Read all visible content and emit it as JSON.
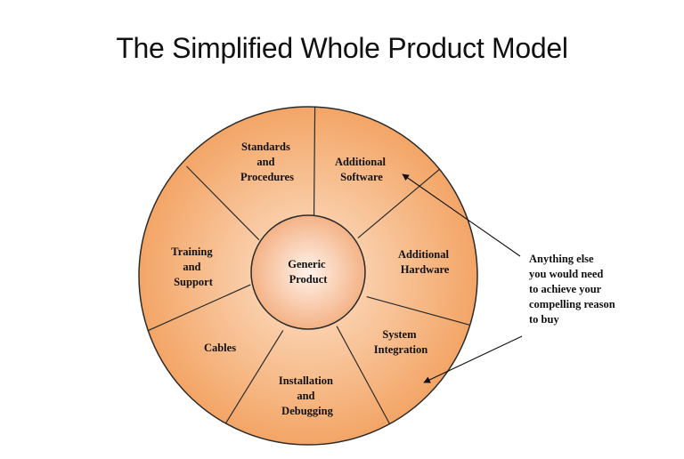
{
  "title": "The Simplified Whole Product Model",
  "center": {
    "lines": [
      "Generic",
      "Product"
    ]
  },
  "segments": [
    {
      "id": "standards",
      "lines": [
        "Standards",
        "and",
        "Procedures"
      ]
    },
    {
      "id": "additional-software",
      "lines": [
        "Additional",
        "Software"
      ]
    },
    {
      "id": "additional-hardware",
      "lines": [
        "Additional",
        "Hardware"
      ]
    },
    {
      "id": "system-integration",
      "lines": [
        "System",
        "Integration"
      ]
    },
    {
      "id": "installation",
      "lines": [
        "Installation",
        "and",
        "Debugging"
      ]
    },
    {
      "id": "cables",
      "lines": [
        "Cables"
      ]
    },
    {
      "id": "training",
      "lines": [
        "Training",
        "and",
        "Support"
      ]
    }
  ],
  "annotation": {
    "lines": [
      "Anything else",
      "you would need",
      "to achieve your",
      "compelling reason",
      "to buy"
    ]
  },
  "colors": {
    "ring_inner": "#fde3cc",
    "ring_outer": "#f3a566",
    "center_inner": "#fff3ea",
    "center_outer": "#f4b286",
    "stroke": "#2b2b2b"
  }
}
